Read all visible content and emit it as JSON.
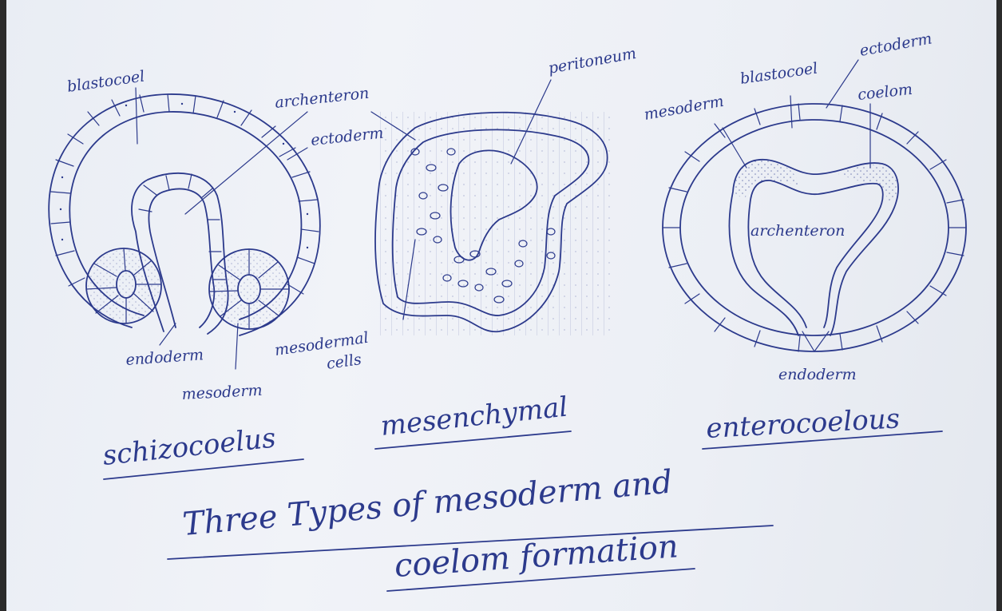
{
  "diagrams": [
    {
      "title": "schizocoelus",
      "labels": {
        "blastocoel": "blastocoel",
        "archenteron": "archenteron",
        "ectoderm": "ectoderm",
        "endoderm": "endoderm",
        "mesoderm": "mesoderm"
      }
    },
    {
      "title": "mesenchymal",
      "labels": {
        "peritoneum": "peritoneum",
        "mesodermal_cells_1": "mesodermal",
        "mesodermal_cells_2": "cells"
      }
    },
    {
      "title": "enterocoelous",
      "labels": {
        "blastocoel": "blastocoel",
        "ectoderm": "ectoderm",
        "mesoderm": "mesoderm",
        "coelom": "coelom",
        "archenteron": "archenteron",
        "endoderm": "endoderm"
      }
    }
  ],
  "caption": {
    "line1": "Three Types of mesoderm and",
    "line2": "coelom formation"
  },
  "ink_color": "#2c3a8c"
}
